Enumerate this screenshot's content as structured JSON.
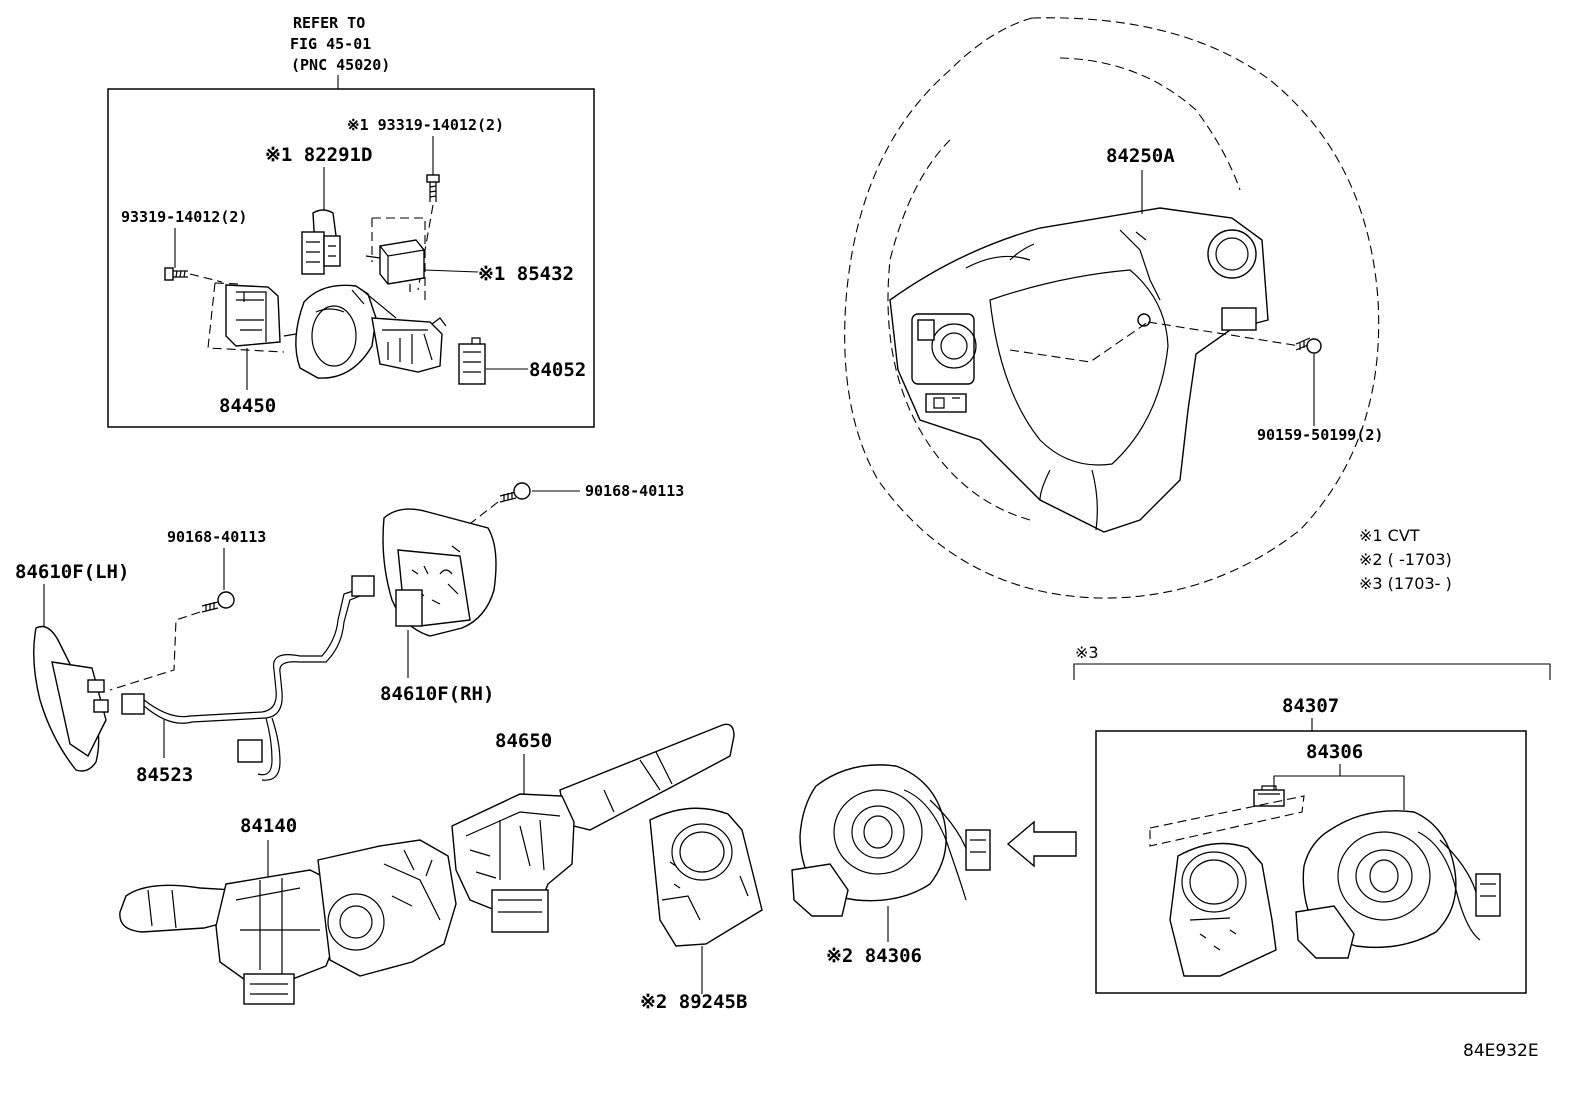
{
  "refer": {
    "line1": "REFER TO",
    "line2": "FIG 45-01",
    "line3": "(PNC 45020)"
  },
  "callouts": {
    "c93319_top": "※1 93319-14012(2)",
    "c82291d": "※1 82291D",
    "c93319_left": "93319-14012(2)",
    "c85432": "※1 85432",
    "c84052": "84052",
    "c84450": "84450",
    "c84250a": "84250A",
    "c90159": "90159-50199(2)",
    "c90168_a": "90168-40113",
    "c90168_b": "90168-40113",
    "c84610f_lh": "84610F(LH)",
    "c84610f_rh": "84610F(RH)",
    "c84523": "84523",
    "c84650": "84650",
    "c84140": "84140",
    "c89245b": "※2 89245B",
    "c84306_mid": "※2 84306",
    "c84307": "84307",
    "c84306_box": "84306",
    "c_note3": "※3"
  },
  "legend": {
    "n1": "※1 CVT",
    "n2": "※2 (      -1703)",
    "n3": "※3 (1703-      )"
  },
  "sheet_code": "84E932E"
}
